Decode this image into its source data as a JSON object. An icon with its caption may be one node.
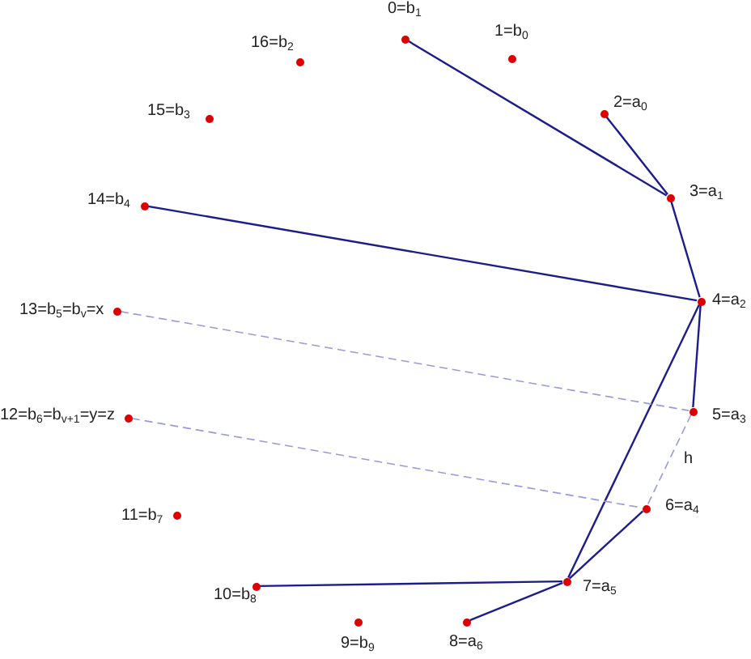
{
  "diagram": {
    "nodes": [
      {
        "text": [],
        "shape": "circle",
        "beside": [
          "0=b$_{1}$"
        ]
      },
      {
        "text": [],
        "shape": "circle",
        "beside": [
          "1=b$_{0}$"
        ]
      },
      {
        "text": [],
        "shape": "circle",
        "beside": [
          "2=a$_{0}$"
        ]
      },
      {
        "text": [],
        "shape": "circle",
        "beside": [
          "3=a$_{1}$"
        ]
      },
      {
        "text": [],
        "shape": "circle",
        "beside": [
          "4=a$_{2}$"
        ]
      },
      {
        "text": [],
        "shape": "circle",
        "beside": [
          "5=a$_{3}$"
        ]
      },
      {
        "text": [],
        "shape": "circle",
        "beside": [
          "6=a$_{4}$"
        ]
      },
      {
        "text": [],
        "shape": "circle",
        "beside": [
          "7=a$_{5}$"
        ]
      },
      {
        "text": [],
        "shape": "circle",
        "beside": [
          "8=a$_{6}$"
        ]
      },
      {
        "text": [],
        "shape": "circle",
        "beside": [
          "9=b$_{9}$"
        ]
      },
      {
        "text": [],
        "shape": "circle",
        "beside": [
          "10=b$_{8}$"
        ]
      },
      {
        "text": [],
        "shape": "circle",
        "beside": [
          "11=b$_{7}$"
        ]
      },
      {
        "text": [],
        "shape": "circle",
        "beside": [
          "12=b$_{6}$=b$_{v+1}$=y=z"
        ]
      },
      {
        "text": [],
        "shape": "circle",
        "beside": [
          "13=b$_{5}$=b$_{v}$=x"
        ]
      },
      {
        "text": [],
        "shape": "circle",
        "beside": [
          "14=b$_{4}$"
        ]
      },
      {
        "text": [],
        "shape": "circle",
        "beside": [
          "15=b$_{3}$"
        ]
      },
      {
        "text": [],
        "shape": "circle",
        "beside": [
          "16=b$_{2}$"
        ]
      }
    ],
    "edges": [
      {
        "from": 0,
        "to": 3,
        "arrow": "none"
      },
      {
        "from": 2,
        "to": 3,
        "arrow": "none"
      },
      {
        "from": 3,
        "to": 4,
        "arrow": "none"
      },
      {
        "from": 14,
        "to": 4,
        "arrow": "none"
      },
      {
        "from": 4,
        "to": 5,
        "arrow": "none"
      },
      {
        "from": 4,
        "to": 7,
        "arrow": "none"
      },
      {
        "from": 6,
        "to": 7,
        "arrow": "none"
      },
      {
        "from": 10,
        "to": 7,
        "arrow": "none"
      },
      {
        "from": 8,
        "to": 7,
        "arrow": "none"
      },
      {
        "from": 13,
        "to": 5,
        "arrow": "none",
        "style": "dashed",
        "color": "#9999dd"
      },
      {
        "from": 12,
        "to": 6,
        "arrow": "none",
        "style": "dashed",
        "color": "#9999dd"
      },
      {
        "from": 5,
        "to": 6,
        "arrow": "none",
        "style": "dashed",
        "color": "#9999dd",
        "label": "h"
      }
    ]
  }
}
